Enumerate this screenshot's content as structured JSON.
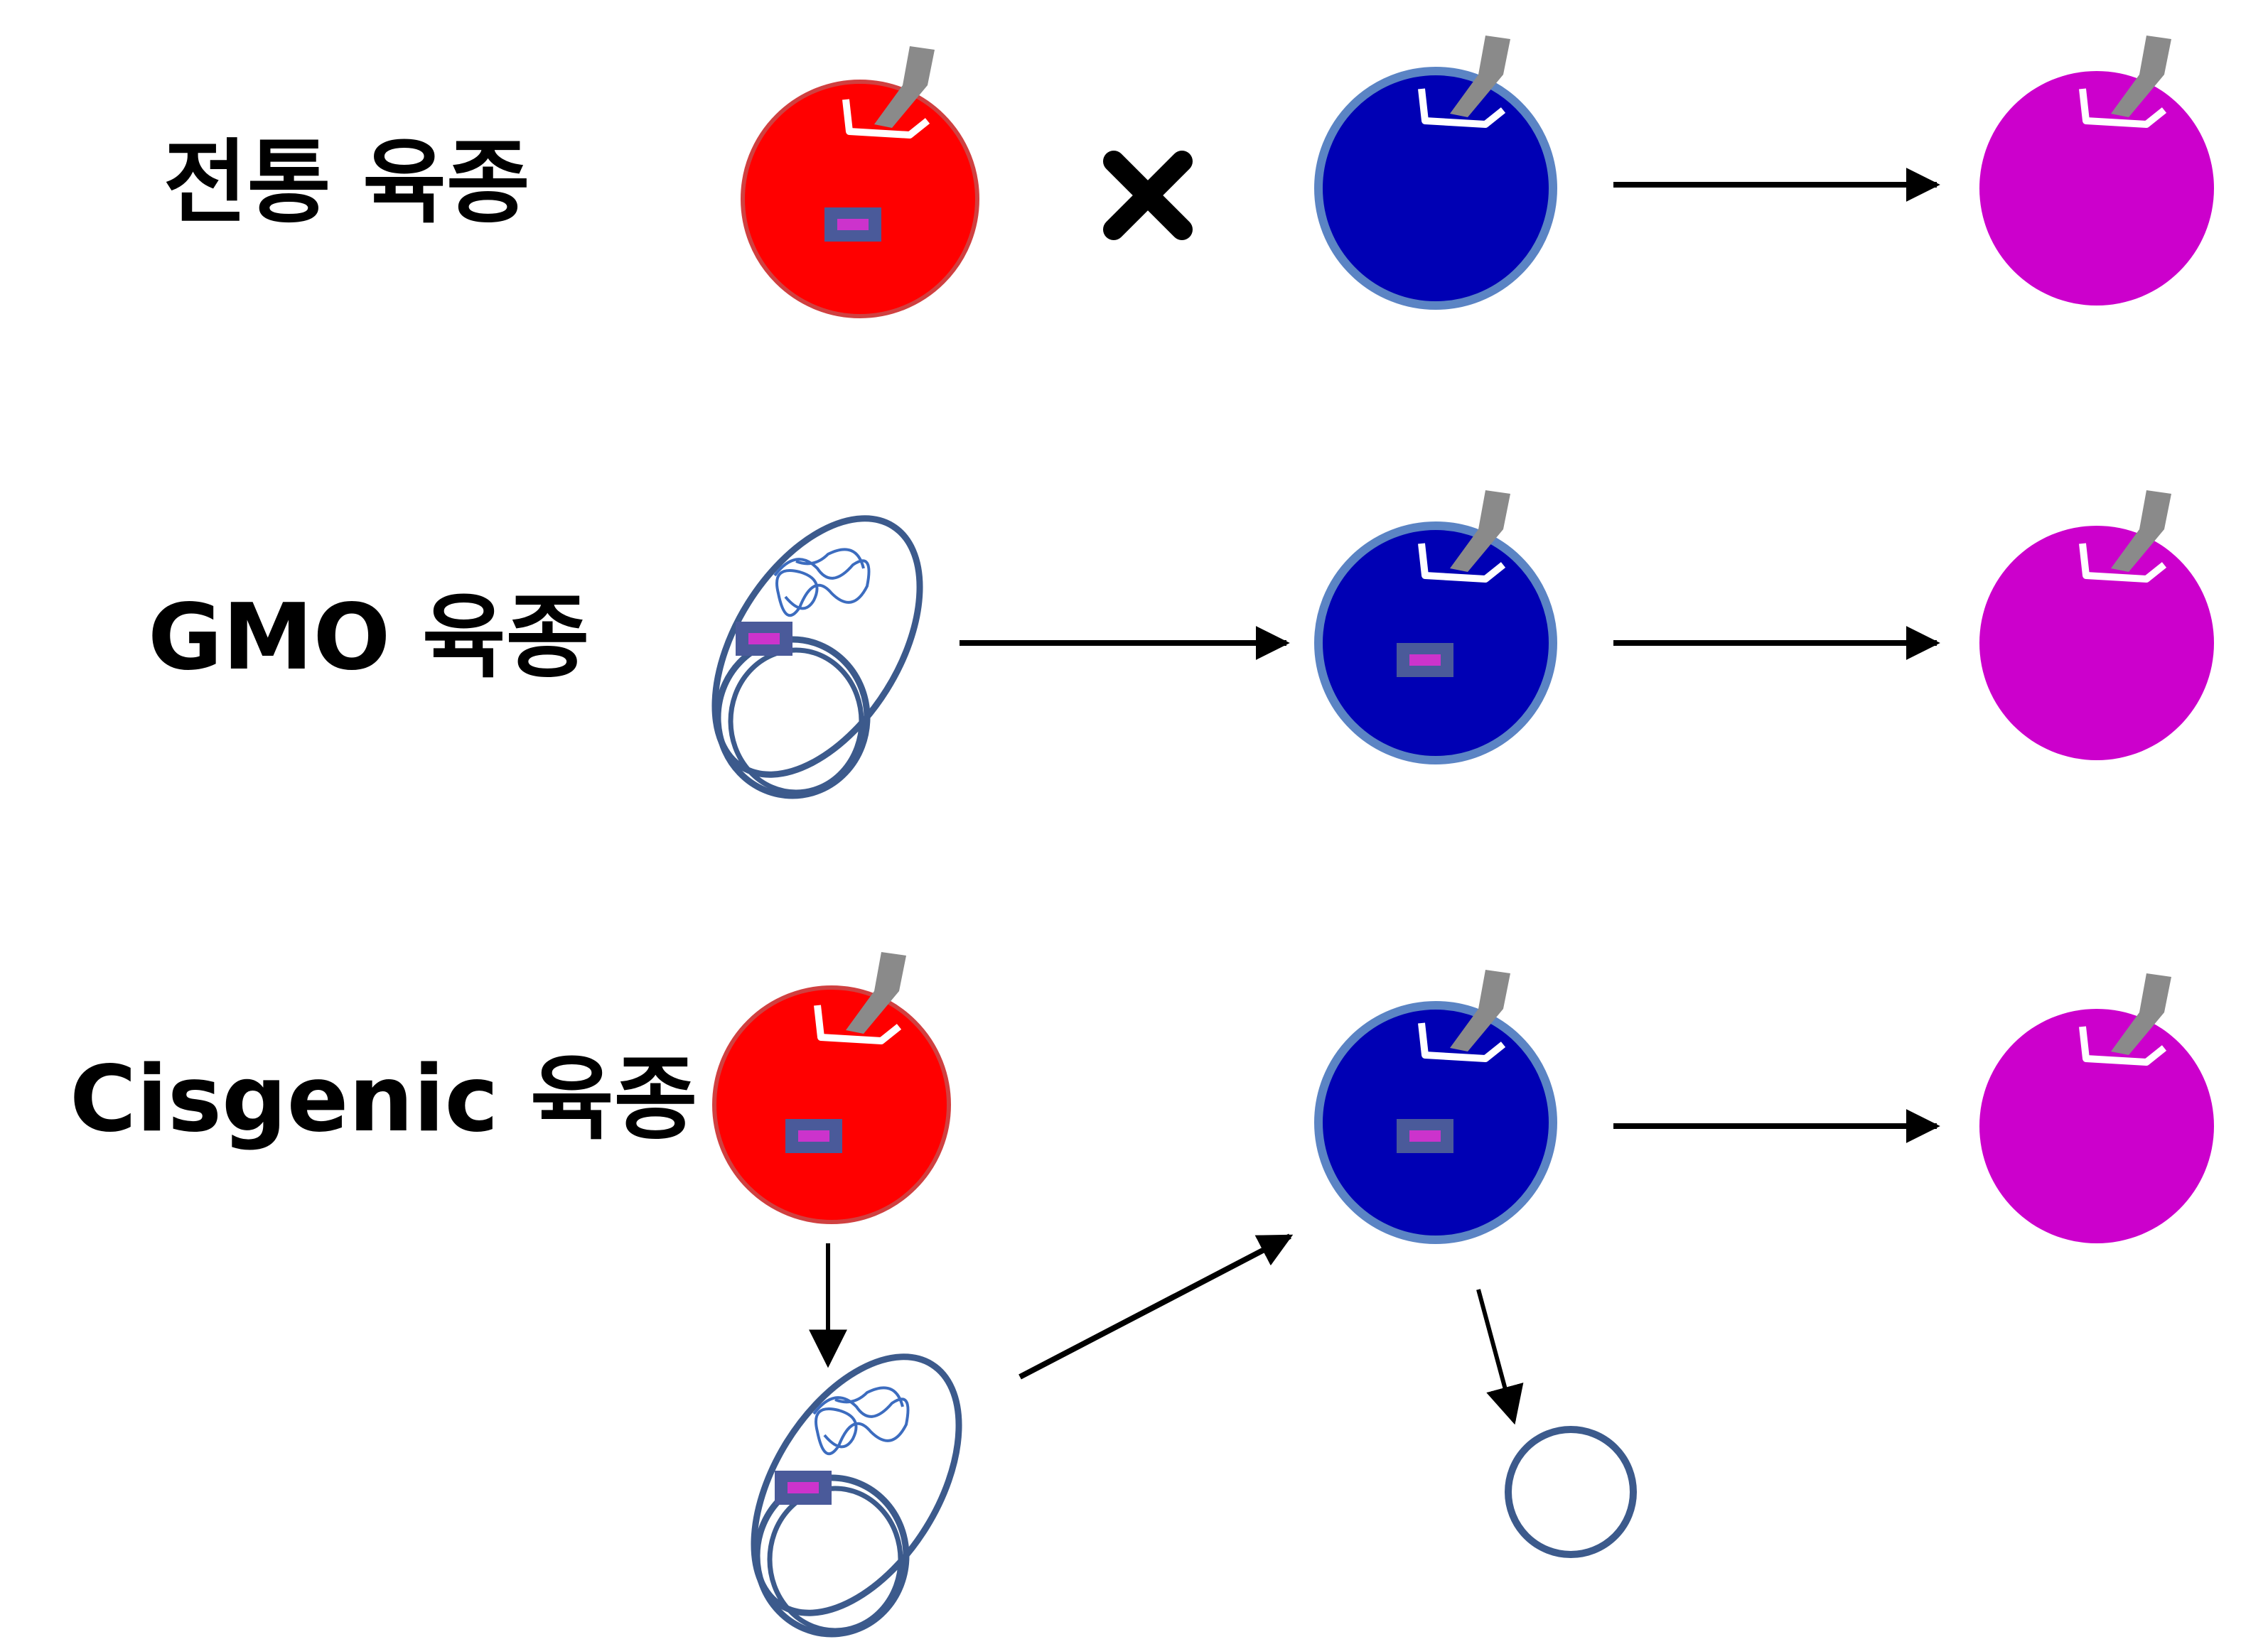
{
  "rows": [
    {
      "label": "전통 육종"
    },
    {
      "label": "GMO 육종"
    },
    {
      "label": "Cisgenic 육종"
    }
  ],
  "colors": {
    "red_apple": "#ff0000",
    "red_apple_rim": "#d04040",
    "blue_apple": "#0000b4",
    "blue_apple_rim": "#5b84c4",
    "purple_apple": "#cc00cc",
    "gene_box": "#4a5a9a",
    "gene_mark": "#cc33cc",
    "stem": "#8a8a8a",
    "cell_outline": "#3c5a8c",
    "arrow": "#000000",
    "highlight": "#ffffff"
  },
  "icons": {
    "cross": "multiplication-sign",
    "arrow": "right-arrow",
    "cell": "bacterium-with-plasmid",
    "plasmid": "empty-ring"
  }
}
